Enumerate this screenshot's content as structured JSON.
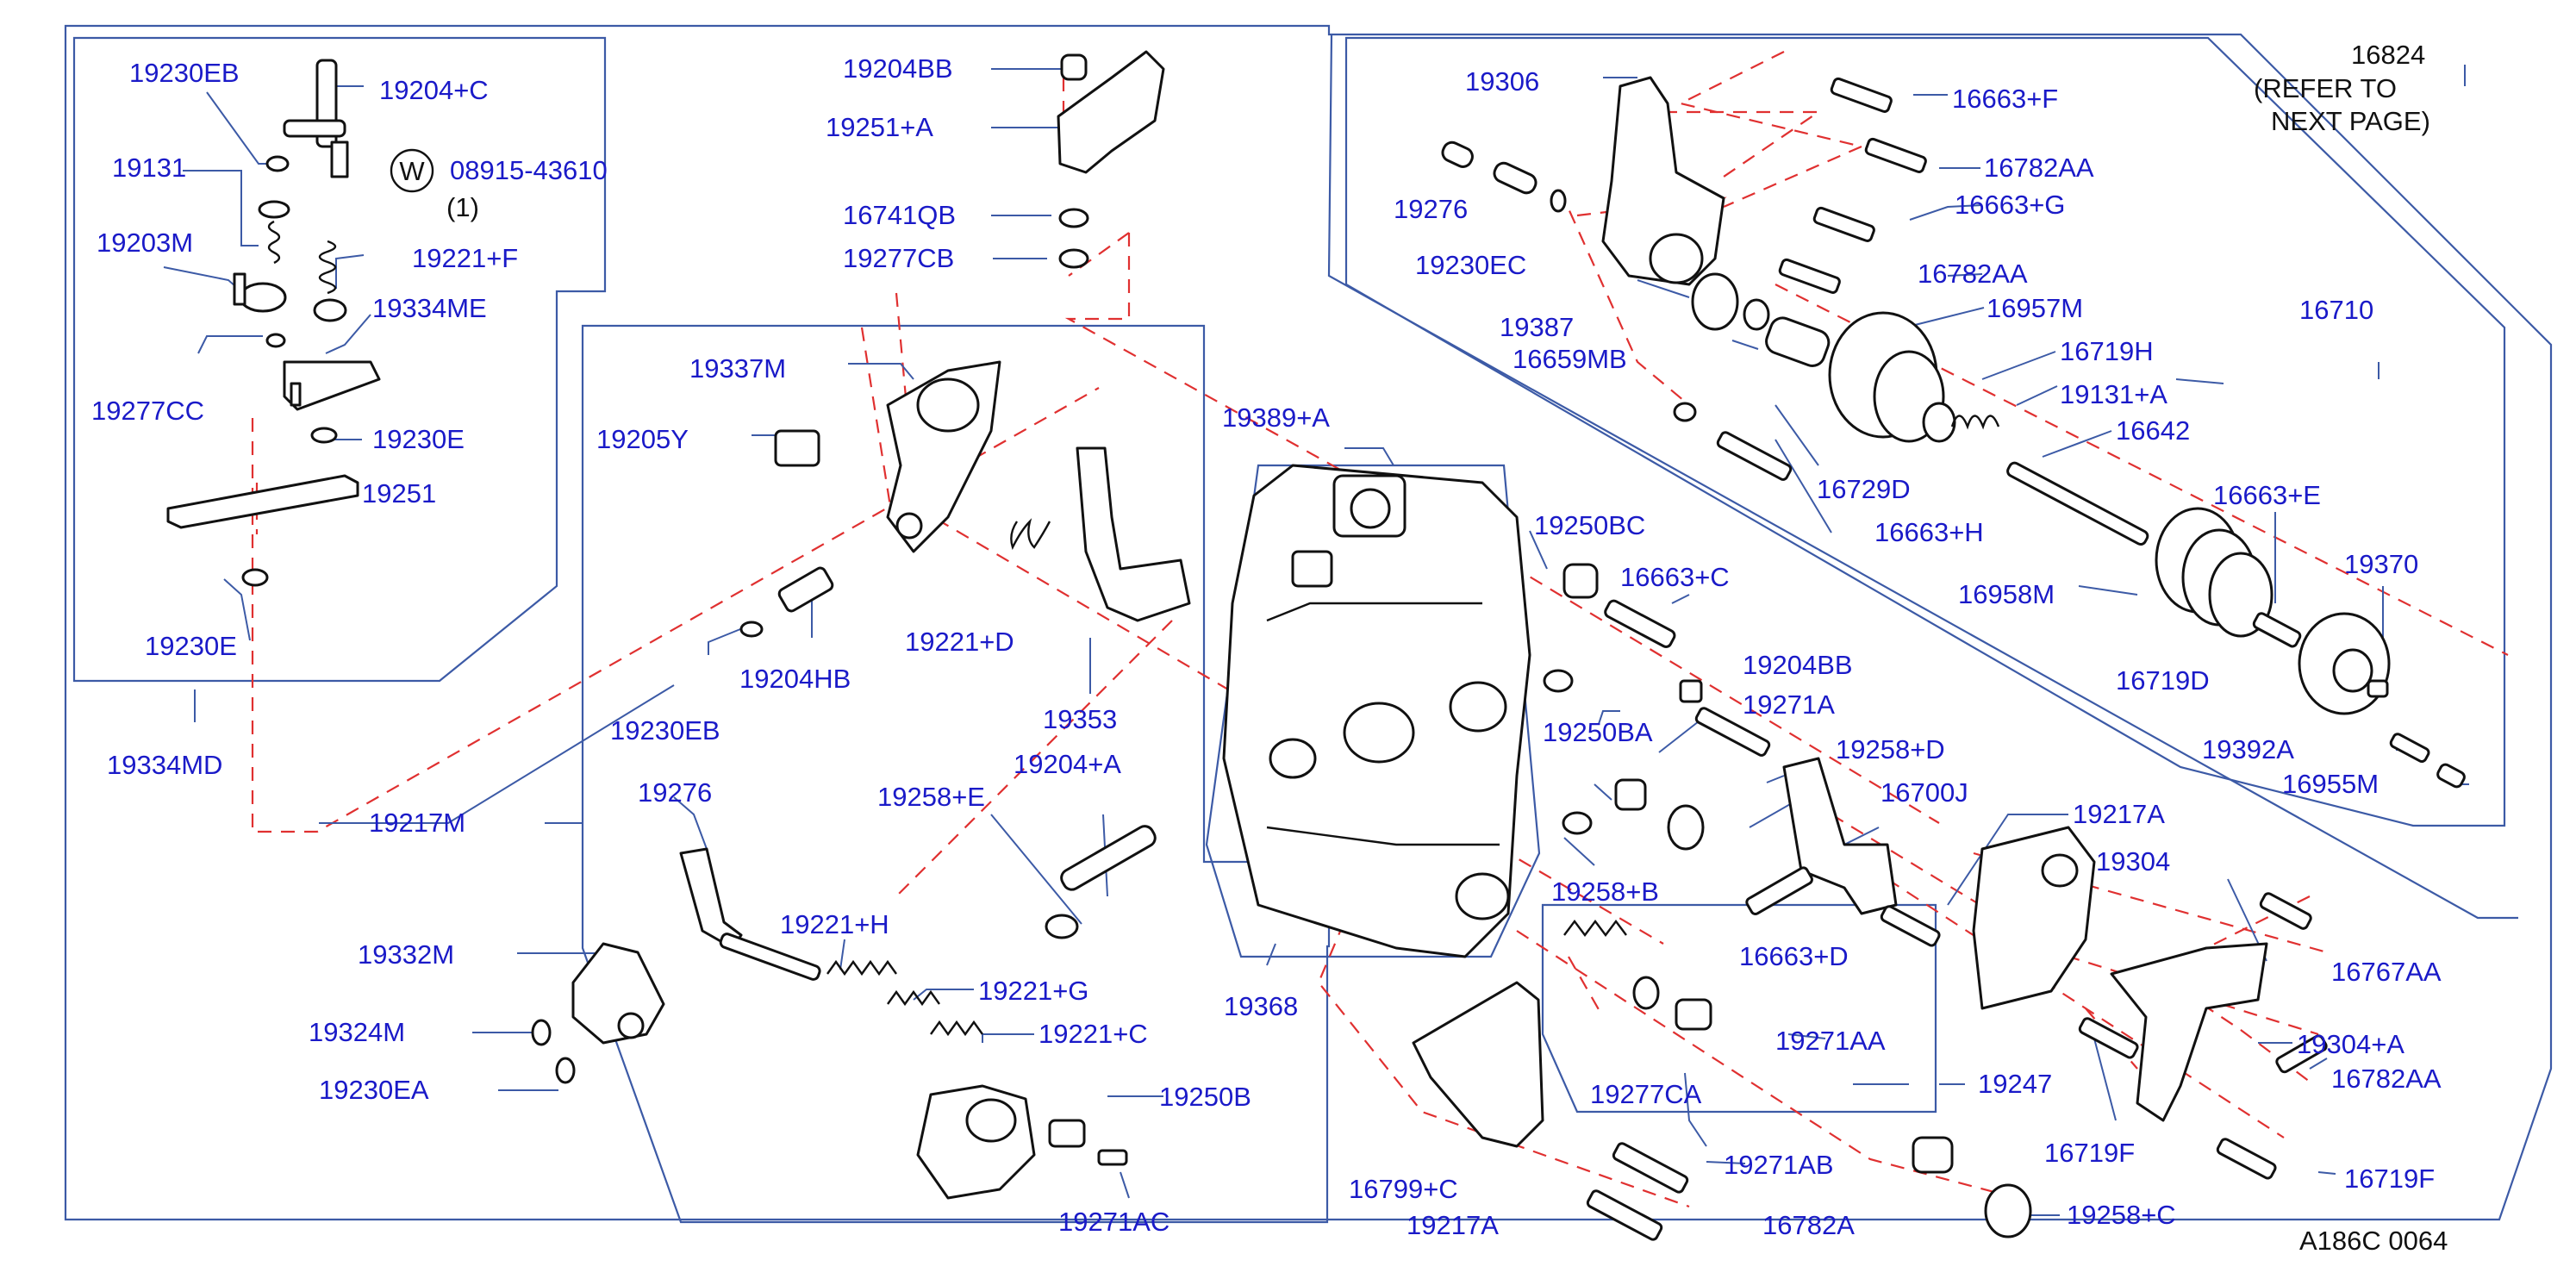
{
  "diagram_code": "A186C  0064",
  "note": {
    "part": "16824",
    "line1": "(REFER  TO",
    "line2": "NEXT  PAGE)"
  },
  "washer_symbol": {
    "letter": "W",
    "part": "08915-43610",
    "qty": "(1)"
  },
  "labels": {
    "p19230EB_a": "19230EB",
    "p19204C": "19204+C",
    "p19131": "19131",
    "p19203M": "19203M",
    "p19221F": "19221+F",
    "p19334ME": "19334ME",
    "p19277CC": "19277CC",
    "p19230E_a": "19230E",
    "p19251": "19251",
    "p19230E_b": "19230E",
    "p19334MD": "19334MD",
    "p19204BB_a": "19204BB",
    "p19251A": "19251+A",
    "p16741QB": "16741QB",
    "p19277CB": "19277CB",
    "p19337M": "19337M",
    "p19205Y": "19205Y",
    "p19204HB": "19204HB",
    "p19230EB_b": "19230EB",
    "p19221D": "19221+D",
    "p19353": "19353",
    "p19389A": "19389+A",
    "p19250BC": "19250BC",
    "p16663C": "16663+C",
    "p19204BB_b": "19204BB",
    "p19271A": "19271A",
    "p19250BA": "19250BA",
    "p19258D": "19258+D",
    "p16700J": "16700J",
    "p19258B": "19258+B",
    "p19217M": "19217M",
    "p19276_a": "19276",
    "p19258E": "19258+E",
    "p19204A": "19204+A",
    "p19221H": "19221+H",
    "p19221G": "19221+G",
    "p19221C": "19221+C",
    "p19332M": "19332M",
    "p19324M": "19324M",
    "p19230EA": "19230EA",
    "p19250B": "19250B",
    "p19271AC": "19271AC",
    "p19368": "19368",
    "p19306": "19306",
    "p16663F": "16663+F",
    "p16782AA_a": "16782AA",
    "p19276_b": "19276",
    "p16663G": "16663+G",
    "p19230EC": "19230EC",
    "p16782AA_b": "16782AA",
    "p19387": "19387",
    "p16957M": "16957M",
    "p16659MB": "16659MB",
    "p16719H": "16719H",
    "p19131A": "19131+A",
    "p16642": "16642",
    "p16729D": "16729D",
    "p16663H": "16663+H",
    "p16663E": "16663+E",
    "p16958M": "16958M",
    "p19370": "19370",
    "p16719D": "16719D",
    "p19392A": "19392A",
    "p16955M": "16955M",
    "p16710": "16710",
    "p19217A_a": "19217A",
    "p19304": "19304",
    "p16663D": "16663+D",
    "p16767AA": "16767AA",
    "p19304A": "19304+A",
    "p16782AA_c": "16782AA",
    "p19271AA": "19271AA",
    "p19277CA": "19277CA",
    "p19247": "19247",
    "p16719F_a": "16719F",
    "p16719F_b": "16719F",
    "p16799C": "16799+C",
    "p19271AB": "19271AB",
    "p19217A_b": "19217A",
    "p16782A": "16782A",
    "p19258C": "19258+C"
  }
}
